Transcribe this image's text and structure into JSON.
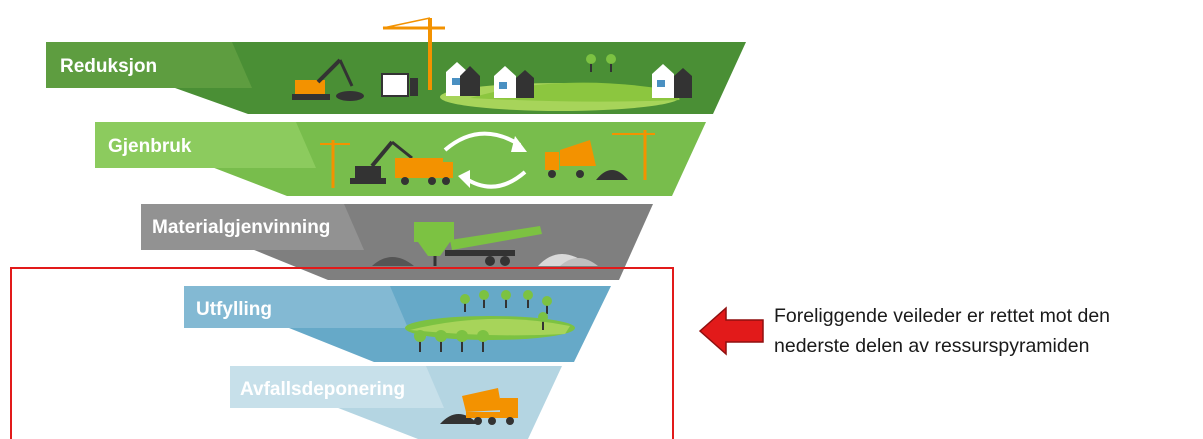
{
  "diagram": {
    "levels": [
      {
        "label": "Reduksjon",
        "color": "#4a8f35"
      },
      {
        "label": "Gjenbruk",
        "color": "#78bd4c"
      },
      {
        "label": "Materialgjenvinning",
        "color": "#7f7f7f"
      },
      {
        "label": "Utfylling",
        "color": "#66a9c8"
      },
      {
        "label": "Avfallsdeponering",
        "color": "#b4d5e2"
      }
    ],
    "highlight_color": "#e21a1a",
    "annotation": {
      "line1": "Foreliggende veileder er rettet mot den",
      "line2": "nederste delen av ressurspyramiden"
    }
  }
}
